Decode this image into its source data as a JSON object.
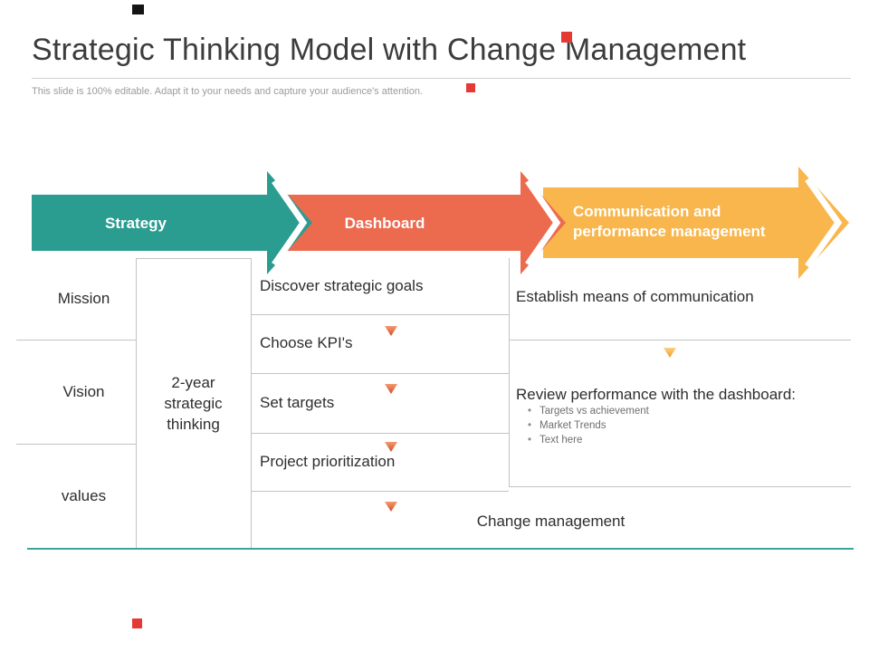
{
  "slide": {
    "title": "Strategic Thinking Model with Change Management",
    "subtitle": "This slide is 100% editable. Adapt it to your needs and capture your audience's attention."
  },
  "arrows": [
    {
      "label": "Strategy",
      "color": "#2b9c90"
    },
    {
      "label": "Dashboard",
      "color": "#ec6a4e"
    },
    {
      "label": "Communication and performance management",
      "color": "#f8b64c"
    }
  ],
  "strategy": {
    "rows": [
      {
        "label": "Mission"
      },
      {
        "label": "Vision"
      },
      {
        "label": "values"
      }
    ],
    "spanner": "2-year strategic thinking"
  },
  "dashboard": {
    "steps": [
      {
        "label": "Discover strategic goals"
      },
      {
        "label": "Choose KPI's"
      },
      {
        "label": "Set targets"
      },
      {
        "label": "Project prioritization"
      }
    ]
  },
  "communication": {
    "establish": "Establish means of communication",
    "review_heading": "Review performance with the dashboard:",
    "bullets": [
      {
        "label": "Targets vs achievement"
      },
      {
        "label": "Market Trends"
      },
      {
        "label": "Text here"
      }
    ]
  },
  "footer": {
    "label": "Change management"
  },
  "colors": {
    "teal": "#2b9c90",
    "orange": "#ec6a4e",
    "yellow": "#f8b64c",
    "triangle_orange": "#d04c2a",
    "triangle_yellow": "#ee9f27",
    "divider": "#c3c3c3",
    "bottom_rule": "#35a79c",
    "text_dark": "#2e2e2e",
    "text_gray": "#9b9b9b",
    "artifact_red": "#e53a33",
    "artifact_black": "#141414"
  }
}
